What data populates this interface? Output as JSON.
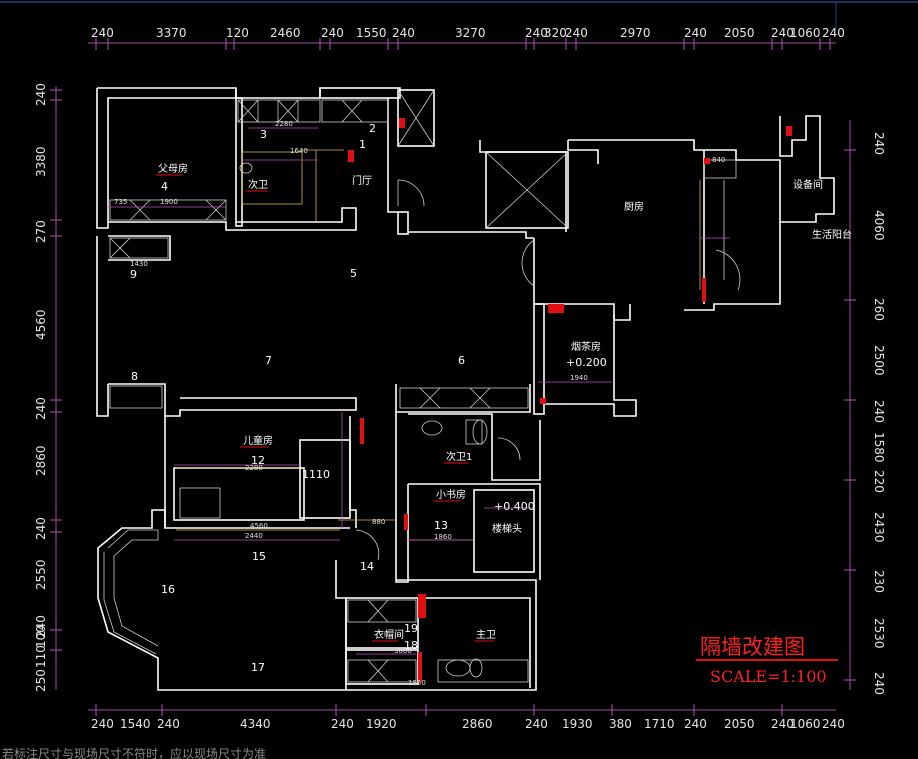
{
  "drawing": {
    "title": "隔墙改建图",
    "scale": "SCALE=1:100",
    "note": "若标注尺寸与现场尺寸不符时，应以现场尺寸为准"
  },
  "dims": {
    "top": [
      "240",
      "3370",
      "120",
      "2460",
      "240",
      "1550",
      "240",
      "3270",
      "240",
      "320",
      "240",
      "2970",
      "240",
      "2050",
      "240",
      "1060",
      "240"
    ],
    "bottom": [
      "240",
      "1540",
      "240",
      "4340",
      "240",
      "1920",
      "2860",
      "240",
      "1930",
      "380",
      "1710",
      "240",
      "2050",
      "240",
      "1060",
      "240"
    ],
    "left": [
      "240",
      "3380",
      "270",
      "4560",
      "240",
      "2860",
      "240",
      "2550",
      "100",
      "240",
      "250",
      "110"
    ],
    "right": [
      "240",
      "4060",
      "260",
      "2500",
      "240",
      "1580",
      "220",
      "2430",
      "230",
      "2530",
      "240"
    ]
  },
  "rooms": {
    "parents": "父母房",
    "bath2": "次卫",
    "foyer": "门厅",
    "kitchen": "厨房",
    "utility": "设备间",
    "service_balcony": "生活阳台",
    "tearoom": "烟茶房",
    "tearoom_level": "+0.200",
    "kids": "儿童房",
    "bath1": "次卫1",
    "study": "小书房",
    "stairs": "楼梯头",
    "stairs_level": "+0.400",
    "closet": "衣帽间",
    "master_bath": "主卫"
  },
  "markers": [
    "1",
    "2",
    "3",
    "4",
    "5",
    "6",
    "7",
    "8",
    "9",
    "10",
    "11",
    "12",
    "13",
    "14",
    "15",
    "16",
    "17",
    "18",
    "19"
  ],
  "small_dims": [
    "2280",
    "1640",
    "1900",
    "2280",
    "2440",
    "4560",
    "1860",
    "1940",
    "3800",
    "1950",
    "735",
    "1430",
    "840",
    "880"
  ]
}
